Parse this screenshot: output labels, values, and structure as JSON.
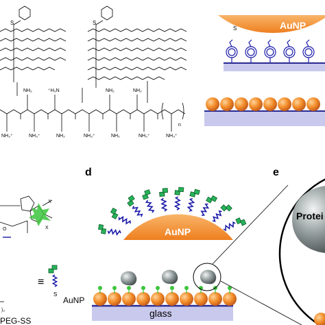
{
  "panels": {
    "d_letter": "d",
    "e_letter": "e"
  },
  "labels": {
    "aunp_top": "AuNP",
    "aunp_mid": "AuNP",
    "aunp_side": "AuNP",
    "glass": "glass",
    "protein": "Protei",
    "equiv": "≡",
    "s_mark": "S",
    "subscript_2": "2",
    "subscript_n": "n",
    "x_mark": "X",
    "peg_ss": "PEG-SS",
    "nh2": "NH₂",
    "nh3": "NH₃⁺",
    "h3n": "⁺H₃N",
    "paren_2": ")₂"
  },
  "colors": {
    "aunp_orange": "#f28c28",
    "aunp_light": "#f7b25a",
    "glass_fill": "#c9c9ee",
    "glass_line": "#2a2a90",
    "spring_blue": "#1a1aa8",
    "ligand_green": "#27b35a",
    "dot_green": "#3cc43c",
    "protein_gray": "#7a8282"
  }
}
